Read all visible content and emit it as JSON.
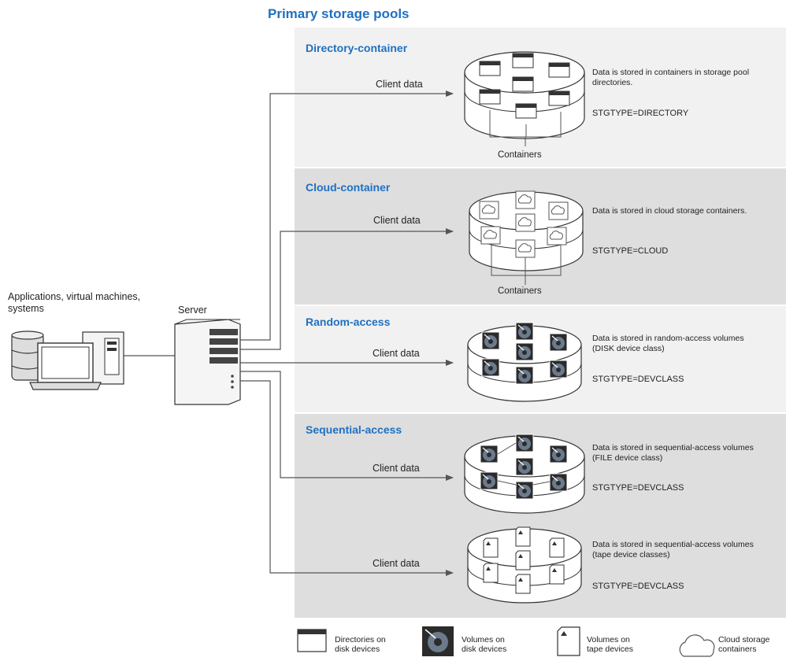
{
  "title": "Primary storage pools",
  "left_label": "Applications, virtual machines, systems",
  "server_label": "Server",
  "sections": [
    {
      "name": "Directory-container",
      "client": "Client data",
      "desc": "Data is stored in containers in storage pool directories.",
      "stgtype": "STGTYPE=DIRECTORY",
      "containers": "Containers"
    },
    {
      "name": "Cloud-container",
      "client": "Client data",
      "desc": "Data is stored in cloud storage containers.",
      "stgtype": "STGTYPE=CLOUD",
      "containers": "Containers"
    },
    {
      "name": "Random-access",
      "client": "Client data",
      "desc": "Data is stored in random-access volumes (DISK device class)",
      "stgtype": "STGTYPE=DEVCLASS"
    },
    {
      "name": "Sequential-access",
      "client": "Client data",
      "desc": "Data is stored in sequential-access volumes (FILE device class)",
      "stgtype": "STGTYPE=DEVCLASS"
    },
    {
      "client": "Client data",
      "desc": "Data is stored in sequential-access volumes (tape device classes)",
      "stgtype": "STGTYPE=DEVCLASS"
    }
  ],
  "legend": [
    {
      "label": "Directories on disk devices",
      "icon": "folder-icon"
    },
    {
      "label": "Volumes on disk devices",
      "icon": "disk-volume-icon"
    },
    {
      "label": "Volumes on tape devices",
      "icon": "tape-volume-icon"
    },
    {
      "label": "Cloud storage containers",
      "icon": "cloud-icon"
    }
  ],
  "colors": {
    "accent": "#1f70c1",
    "panel_light": "#f1f1f1",
    "panel_dark": "#dedede",
    "line": "#555555"
  }
}
